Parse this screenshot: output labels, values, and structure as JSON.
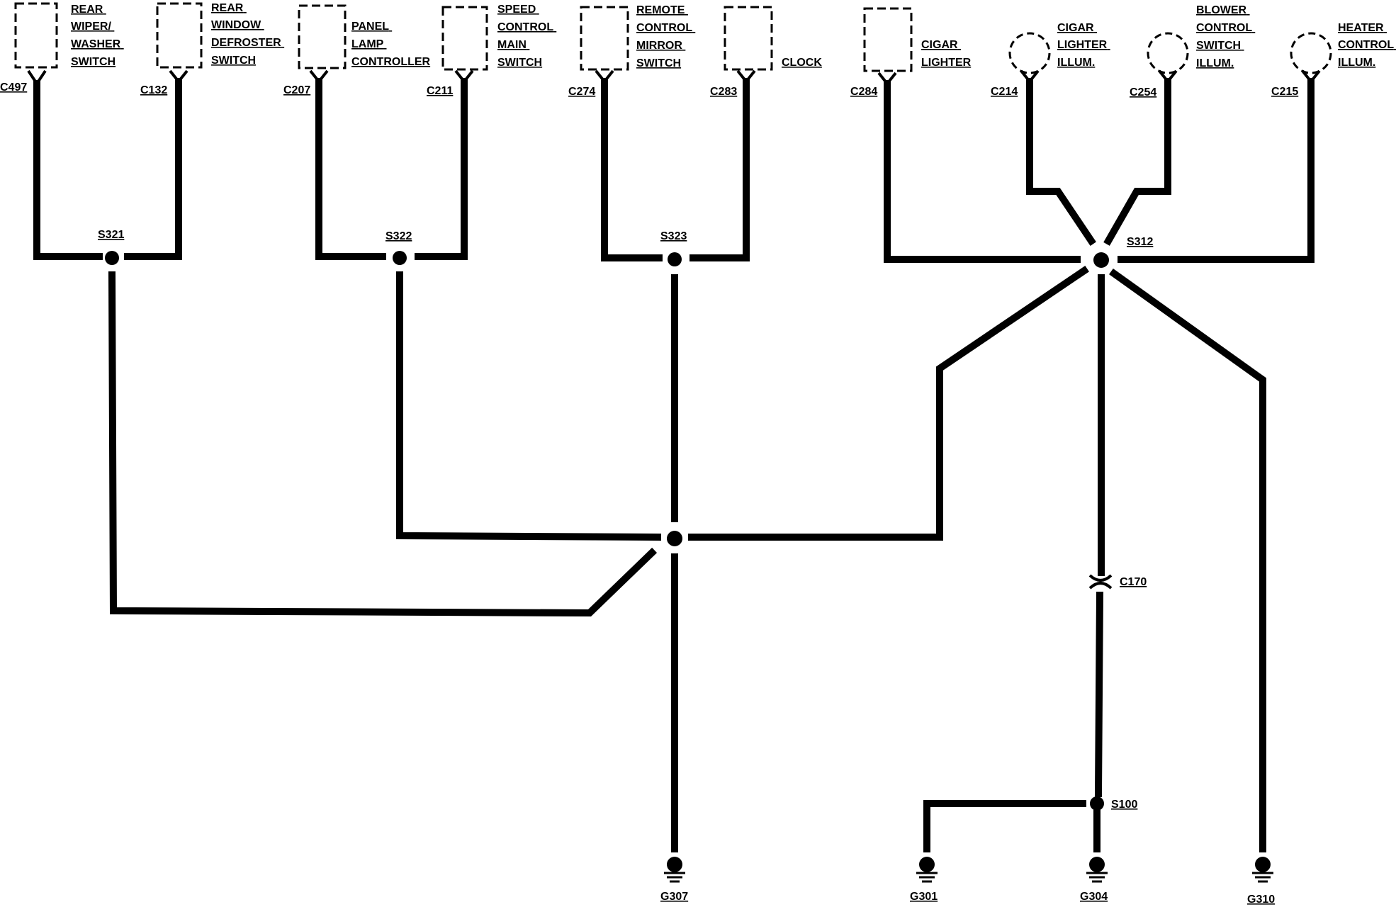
{
  "components": [
    {
      "id": "rear-wiper-washer-switch",
      "lines": [
        "REAR",
        "WIPER/",
        "WASHER",
        "SWITCH"
      ],
      "connector": "C497",
      "shape": "box"
    },
    {
      "id": "rear-window-defroster-switch",
      "lines": [
        "REAR",
        "WINDOW",
        "DEFROSTER",
        "SWITCH"
      ],
      "connector": "C132",
      "shape": "box"
    },
    {
      "id": "panel-lamp-controller",
      "lines": [
        "PANEL",
        "LAMP",
        "CONTROLLER"
      ],
      "connector": "C207",
      "shape": "box"
    },
    {
      "id": "speed-control-main-switch",
      "lines": [
        "SPEED",
        "CONTROL",
        "MAIN",
        "SWITCH"
      ],
      "connector": "C211",
      "shape": "box"
    },
    {
      "id": "remote-control-mirror-switch",
      "lines": [
        "REMOTE",
        "CONTROL",
        "MIRROR",
        "SWITCH"
      ],
      "connector": "C274",
      "shape": "box"
    },
    {
      "id": "clock",
      "lines": [
        "CLOCK"
      ],
      "connector": "C283",
      "shape": "box"
    },
    {
      "id": "cigar-lighter",
      "lines": [
        "CIGAR",
        "LIGHTER"
      ],
      "connector": "C284",
      "shape": "box"
    },
    {
      "id": "cigar-lighter-illum",
      "lines": [
        "CIGAR",
        "LIGHTER",
        "ILLUM."
      ],
      "connector": "C214",
      "shape": "circle"
    },
    {
      "id": "blower-control-switch-illum",
      "lines": [
        "BLOWER",
        "CONTROL",
        "SWITCH",
        "ILLUM."
      ],
      "connector": "C254",
      "shape": "circle"
    },
    {
      "id": "heater-control-illum",
      "lines": [
        "HEATER",
        "CONTROL",
        "ILLUM."
      ],
      "connector": "C215",
      "shape": "circle"
    }
  ],
  "splices": [
    "S321",
    "S322",
    "S323",
    "S312",
    "S100"
  ],
  "inline_connectors": [
    "C170"
  ],
  "grounds": [
    "G307",
    "G301",
    "G304",
    "G310"
  ],
  "colors": {
    "wire": "#000000",
    "background": "#ffffff"
  }
}
